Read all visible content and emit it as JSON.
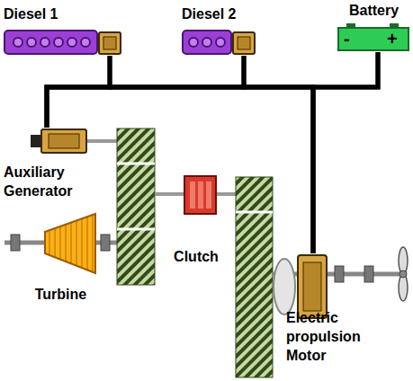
{
  "diagram": {
    "nodes": [
      {
        "text": [
          "Diesel 1"
        ]
      },
      {
        "text": [
          "Diesel 2"
        ]
      },
      {
        "text": [
          "Battery"
        ]
      },
      {
        "text": [
          "Auxiliary Generator"
        ]
      },
      {
        "text": [
          "Clutch"
        ]
      },
      {
        "text": [
          "Turbine"
        ]
      },
      {
        "text": [
          "Electric propulsion Motor"
        ]
      }
    ],
    "edges": [
      {
        "from": 0,
        "to": 3,
        "arrow": "none"
      },
      {
        "from": 0,
        "to": 6,
        "arrow": "none"
      },
      {
        "from": 1,
        "to": 3,
        "arrow": "none"
      },
      {
        "from": 1,
        "to": 6,
        "arrow": "none"
      },
      {
        "from": 2,
        "to": 3,
        "arrow": "none"
      },
      {
        "from": 2,
        "to": 6,
        "arrow": "none"
      }
    ],
    "labels": [
      "-",
      "+"
    ]
  }
}
